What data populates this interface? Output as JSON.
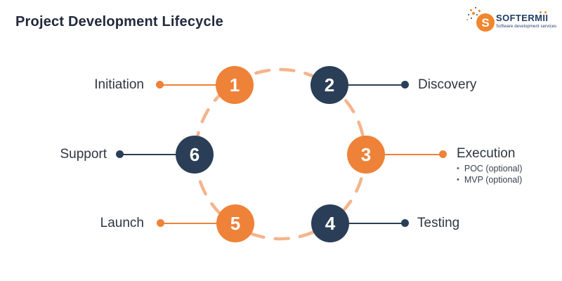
{
  "title": "Project Development Lifecycle",
  "logo": {
    "letter": "S",
    "name": "SOFTERMII",
    "tagline": "Software development services"
  },
  "bullet_glyph": "•",
  "stages": [
    {
      "number": "1",
      "label": "Initiation"
    },
    {
      "number": "2",
      "label": "Discovery"
    },
    {
      "number": "3",
      "label": "Execution",
      "sub_items": [
        "POC (optional)",
        "MVP (optional)"
      ]
    },
    {
      "number": "4",
      "label": "Testing"
    },
    {
      "number": "5",
      "label": "Launch"
    },
    {
      "number": "6",
      "label": "Support"
    }
  ],
  "colors": {
    "orange": "#EE8238",
    "navy": "#2B3E57",
    "dash_ring": "#F5B48C",
    "title_text": "#23293C",
    "label_text": "#2F3542"
  }
}
